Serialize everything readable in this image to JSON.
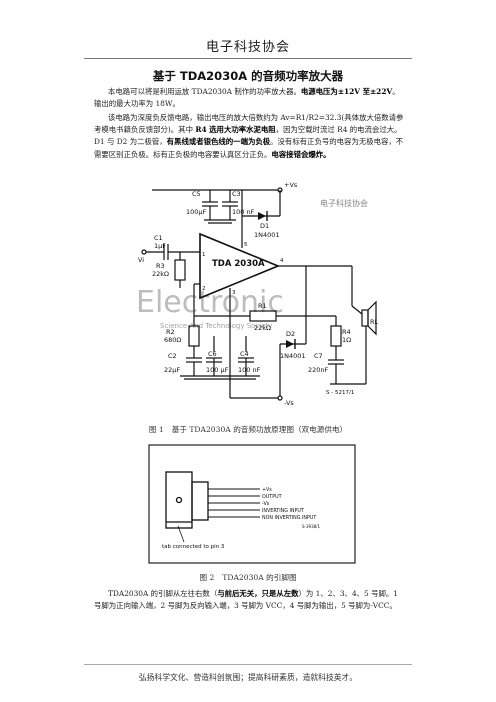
{
  "header": {
    "title": "电子科技协会"
  },
  "document": {
    "title": "基于 TDA2030A 的音频功率放大器",
    "para1": {
      "text": "本电路可以将是利用运放 TDA2030A 制作的功率放大器。",
      "bold": "电源电压为±12V 至±22V",
      "tail": "。输出的最大功率为 18W。"
    },
    "para2": {
      "t1": "该电路为深度负反馈电路，输出电压的放大倍数约为 Av=R1/R2=32.3(具体放大倍数请参考模电书籍负反馈部分)。其中 ",
      "b1": "R4 选用大功率水泥电阻",
      "t2": "，因为空载时流过 R4 的电流会过大。D1 与 D2 为二极管，",
      "b2": "有黑线或者银色线的一端为负极",
      "t3": "。没有标有正负号的电容为无极电容，不需要区别正负极。标有正负极的电容要认真区分正负。",
      "b3": "电容接错会爆炸。"
    },
    "caption1": {
      "label": "图 1",
      "text": "基于 TDA2030A 的音频功放原理图（双电源供电）"
    },
    "caption2": {
      "label": "图 2",
      "text": "TDA2030A 的引脚图"
    },
    "para3": {
      "t1": "TDA2030A 的引脚从左往右数（",
      "b1": "与前后无关，只是从左数",
      "t2": "）为 1、2、3、4、5 号脚。1 号脚为正向输入端，2 号脚为反向输入端，3 号脚为 VCC，4 号脚为输出，5 号脚为-VCC。"
    }
  },
  "schematic": {
    "vplus": "+Vs",
    "vminus": "-Vs",
    "chip": "TDA 2030A",
    "watermark_top": "电子科技协会",
    "watermark_big": "Electronic",
    "watermark_small": "Science And Technology Society",
    "c5": "C5",
    "c5v": "100µF",
    "c3": "C3",
    "c3v": "100 nF",
    "d1": "D1",
    "d1v": "1N4001",
    "c1": "C1",
    "c1v": "1µF",
    "vi": "Vi",
    "r3": "R3",
    "r3v": "22kΩ",
    "r1": "R1",
    "r1v": "22kΩ",
    "r2": "R2",
    "r2v": "680Ω",
    "c2": "C2",
    "c2v": "22µF",
    "c6": "C6",
    "c6v": "100 µF",
    "c4": "C4",
    "c4v": "100 nF",
    "d2": "D2",
    "d2v": "1N4001",
    "r4": "R4",
    "r4v": "1Ω",
    "c7": "C7",
    "c7v": "220nF",
    "rl": "RL",
    "ref": "S - 5217/1",
    "pin1": "1",
    "pin2": "2",
    "pin3": "3",
    "pin4": "4",
    "pin5": "5"
  },
  "pinout": {
    "labels": [
      "+Vs",
      "OUTPUT",
      "-Vs",
      "INVERTING INPUT",
      "NON INVERTING INPUT"
    ],
    "tab_note": "tab connected to pin 3",
    "ref": "S-3938/1"
  },
  "footer": {
    "text": "弘扬科学文化、营造科创氛围；提高科研素质，造就科技英才。"
  }
}
